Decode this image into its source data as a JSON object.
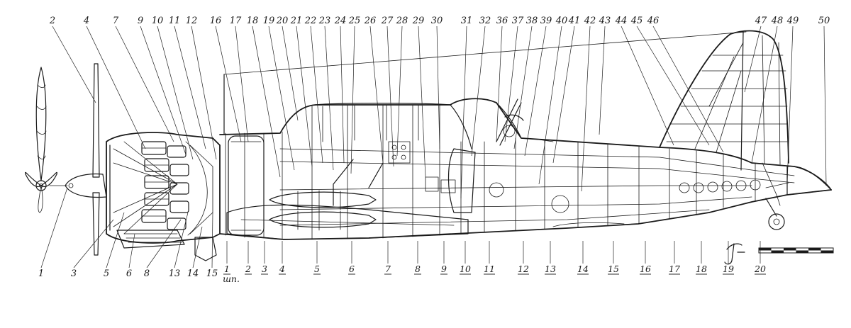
{
  "diagram": {
    "top_callouts": [
      "2",
      "4",
      "7",
      "9",
      "10",
      "11",
      "12",
      "16",
      "17",
      "18",
      "19",
      "20",
      "21",
      "22",
      "23",
      "24",
      "25",
      "26",
      "27",
      "28",
      "29",
      "30",
      "31",
      "32",
      "36",
      "37",
      "38",
      "39",
      "40",
      "41",
      "42",
      "43",
      "44",
      "45",
      "46",
      "47",
      "48",
      "49",
      "50"
    ],
    "bottom_callouts": [
      "1",
      "3",
      "5",
      "6",
      "8",
      "13",
      "14",
      "15"
    ],
    "frame_numbers": [
      "1",
      "2",
      "3",
      "4",
      "5",
      "6",
      "7",
      "8",
      "9",
      "10",
      "11",
      "12",
      "13",
      "14",
      "15",
      "16",
      "17",
      "18",
      "19",
      "20"
    ],
    "frame_sublabel": "шп.",
    "scale_bar_segments": 6,
    "signature": "JF"
  }
}
